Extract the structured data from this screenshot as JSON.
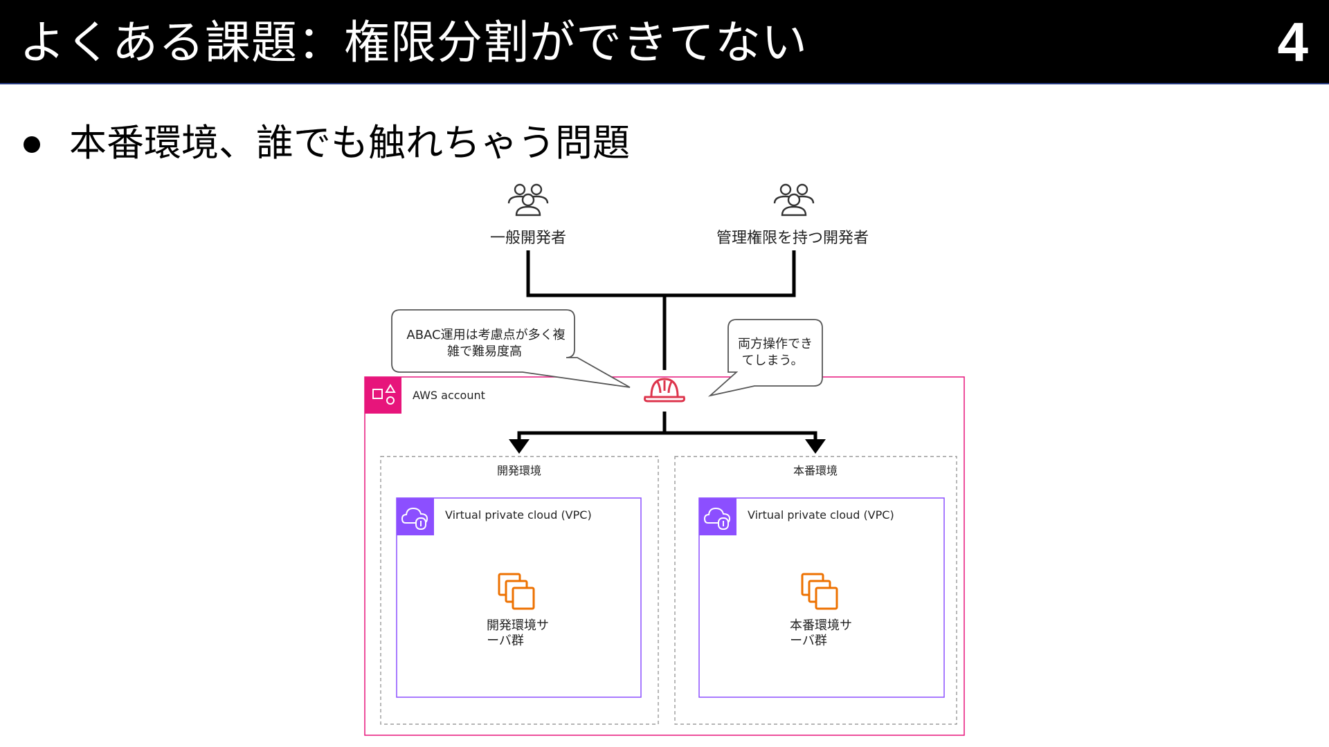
{
  "header": {
    "title": "よくある課題：権限分割ができてない",
    "page_number": "4"
  },
  "bullets": [
    {
      "text": "本番環境、誰でも触れちゃう問題"
    }
  ],
  "diagram": {
    "users": [
      {
        "label": "一般開発者",
        "icon": "users-icon"
      },
      {
        "label": "管理権限を持つ開発者",
        "icon": "users-icon"
      }
    ],
    "callouts": [
      {
        "line1": "ABAC運用は考慮点が多く複",
        "line2": "雑で難易度高"
      },
      {
        "line1": "両方操作でき",
        "line2": "てしまう。"
      }
    ],
    "role_icon": "helmet-role-icon",
    "account": {
      "label": "AWS account",
      "icon": "aws-account-icon",
      "color": "#e7157b"
    },
    "environments": [
      {
        "label": "開発環境",
        "vpc_label": "Virtual private cloud (VPC)",
        "vpc_icon": "vpc-cloud-icon",
        "servers_line1": "開発環境サ",
        "servers_line2": "ーバ群",
        "servers_icon": "ec2-instances-icon"
      },
      {
        "label": "本番環境",
        "vpc_label": "Virtual private cloud (VPC)",
        "vpc_icon": "vpc-cloud-icon",
        "servers_line1": "本番環境サ",
        "servers_line2": "ーバ群",
        "servers_icon": "ec2-instances-icon"
      }
    ],
    "colors": {
      "vpc": "#8c4fff",
      "servers": "#ed7100",
      "role": "#dd344c"
    }
  }
}
